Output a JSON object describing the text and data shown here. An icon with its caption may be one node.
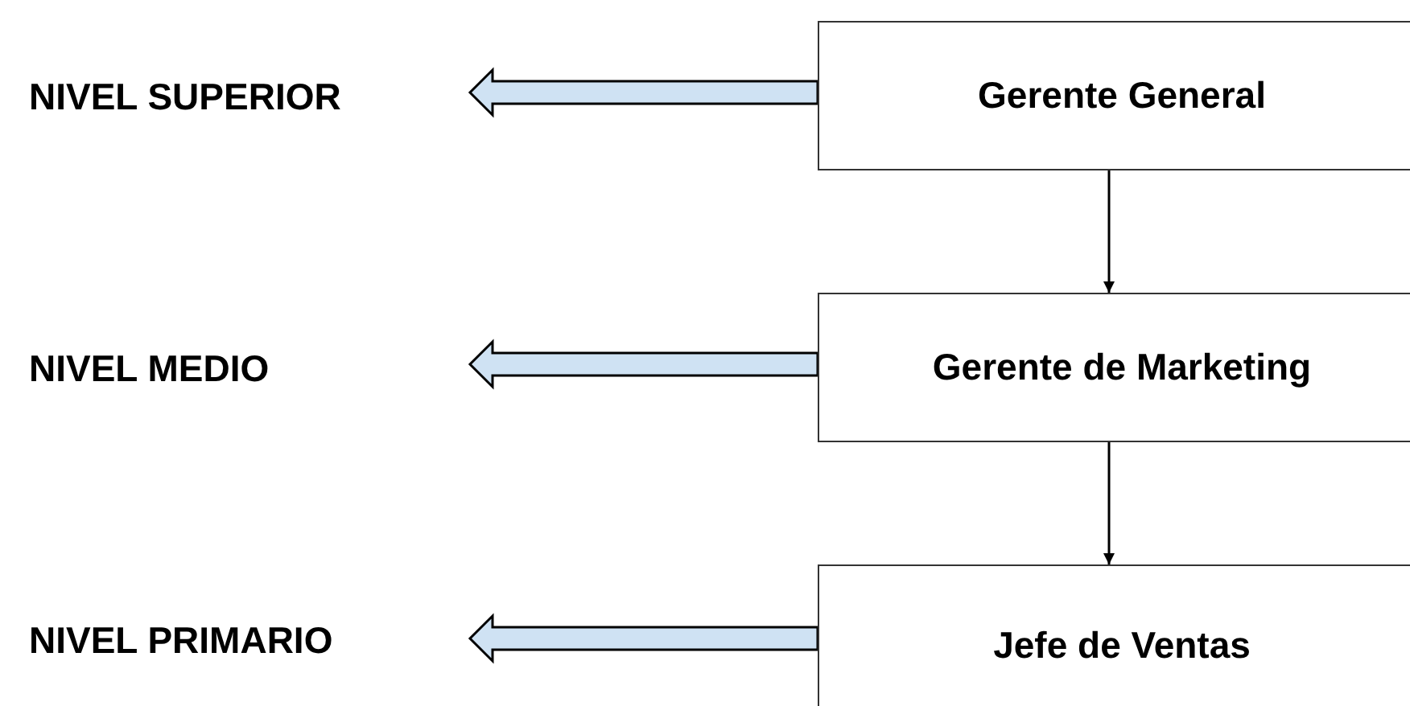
{
  "diagram": {
    "nodes": [
      {
        "text": [
          "Gerente General"
        ]
      },
      {
        "text": [
          "Gerente de Marketing"
        ]
      },
      {
        "text": [
          "Jefe de Ventas"
        ]
      },
      {
        "text": [
          "NIVEL SUPERIOR"
        ]
      },
      {
        "text": [
          "NIVEL MEDIO"
        ]
      },
      {
        "text": [
          "NIVEL PRIMARIO"
        ]
      }
    ],
    "edges": [
      {
        "from": 0,
        "to": 1,
        "arrow": "to"
      },
      {
        "from": 1,
        "to": 2,
        "arrow": "to"
      },
      {
        "from": 0,
        "to": 3,
        "arrow": "to",
        "style": "thick",
        "color": "#cfe2f3"
      },
      {
        "from": 1,
        "to": 4,
        "arrow": "to",
        "style": "thick",
        "color": "#cfe2f3"
      },
      {
        "from": 2,
        "to": 5,
        "arrow": "to",
        "style": "thick",
        "color": "#cfe2f3"
      }
    ]
  }
}
